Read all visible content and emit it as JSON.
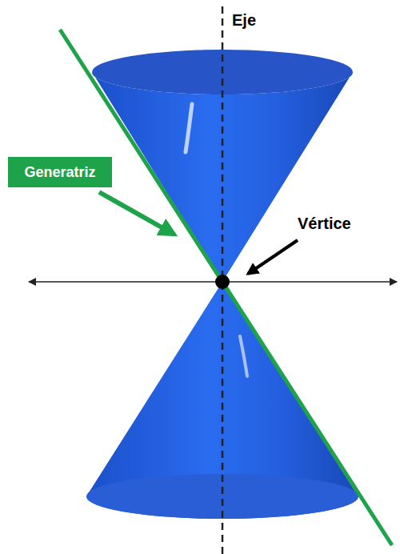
{
  "diagram": {
    "nodes": [
      {
        "text": [
          "Generatriz"
        ]
      }
    ],
    "labels": [
      "Eje",
      "Vértice"
    ]
  }
}
